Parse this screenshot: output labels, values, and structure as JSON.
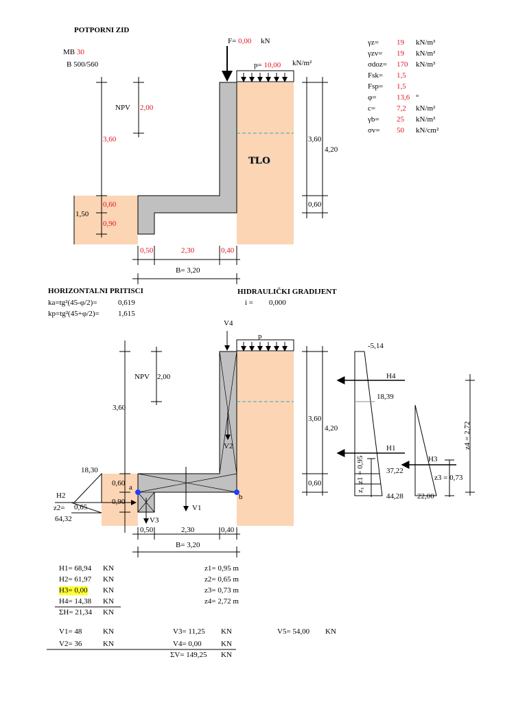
{
  "title": "POTPORNI ZID",
  "material": {
    "mb_label": "MB",
    "mb_value": "30",
    "b_label": "B",
    "b_value": "500/560"
  },
  "loads": {
    "f_label": "F=",
    "f_value": "0,00",
    "f_unit": "kN",
    "p_label": "p=",
    "p_value": "10,00",
    "p_unit": "kN/m²"
  },
  "soil_params": [
    {
      "sym": "γz=",
      "val": "19",
      "unit": "kN/m³"
    },
    {
      "sym": "γzv=",
      "val": "19",
      "unit": "kN/m³"
    },
    {
      "sym": "σdoz=",
      "val": "170",
      "unit": "kN/m³"
    },
    {
      "sym": "Fsk=",
      "val": "1,5",
      "unit": ""
    },
    {
      "sym": "Fsp=",
      "val": "1,5",
      "unit": ""
    },
    {
      "sym": "φ=",
      "val": "13,6",
      "unit": "°"
    },
    {
      "sym": "c=",
      "val": "7,2",
      "unit": "kN/m²"
    },
    {
      "sym": "γb=",
      "val": "25",
      "unit": "kN/m³"
    },
    {
      "sym": "σv=",
      "val": "50",
      "unit": "kN/cm²"
    }
  ],
  "top_dims": {
    "npv_label": "NPV",
    "npv_value": "2,00",
    "h_wall": "3,60",
    "h_left": "1,50",
    "h_a": "0,60",
    "h_b": "0,90",
    "right_h1": "3,60",
    "right_h_total": "4,20",
    "right_h2": "0,60",
    "w1": "0,50",
    "w2": "2,30",
    "w3": "0,40",
    "b_total": "B= 3,20",
    "soil_label": "TLO"
  },
  "pressure": {
    "title": "HORIZONTALNI PRITISCI",
    "ka_label": "ka=tg²(45-φ/2)=",
    "ka_value": "0,619",
    "kp_label": "kp=tg²(45+φ/2)=",
    "kp_value": "1,615"
  },
  "hydraulic": {
    "title": "HIDRAULIČKI GRADIJENT",
    "i_label": "i =",
    "i_value": "0,000"
  },
  "bottom_labels": {
    "v4": "V4",
    "p": "p",
    "npv": "NPV",
    "npv_value": "2,00",
    "h_wall": "3,60",
    "right_h1": "3,60",
    "right_h_total": "4,20",
    "h_a": "0,60",
    "h_b": "0,90",
    "right_h2": "0,60",
    "w1": "0,50",
    "w2": "2,30",
    "w3": "0,40",
    "b_total": "B= 3,20",
    "v1": "V1",
    "v2": "V2",
    "v3": "V3",
    "h2": "H2",
    "z2": "z2=",
    "z2_val": "0,65",
    "val_top": "18,30",
    "val_bot": "64,32",
    "pt_a": "a",
    "pt_b": "b"
  },
  "diagram": {
    "v_top": "-5,14",
    "v_mid": "18,39",
    "v_37": "37,22",
    "v_44": "44,28",
    "v_22": "22,00",
    "h4": "H4",
    "h1": "H1",
    "h3": "H3",
    "z1": "z1 = 0,95",
    "z3": "z3 = 0,73",
    "z4": "z4 = 2,72"
  },
  "results_h": [
    {
      "label": "H1= 68,94",
      "unit": "KN"
    },
    {
      "label": "H2= 61,97",
      "unit": "KN"
    },
    {
      "label": "H3= 0,00",
      "unit": "KN"
    },
    {
      "label": "H4= 14,38",
      "unit": "KN"
    }
  ],
  "sum_h": "ΣH= 21,34",
  "sum_h_unit": "KN",
  "results_z": [
    "z1= 0,95 m",
    "z2= 0,65 m",
    "z3= 0,73 m",
    "z4= 2,72 m"
  ],
  "results_v": {
    "v1": "V1= 48",
    "v2": "V2= 36",
    "v3": "V3= 11,25",
    "v4": "V4= 0,00",
    "v5": "V5= 54,00",
    "sum": "ΣV= 149,25",
    "unit": "KN"
  }
}
